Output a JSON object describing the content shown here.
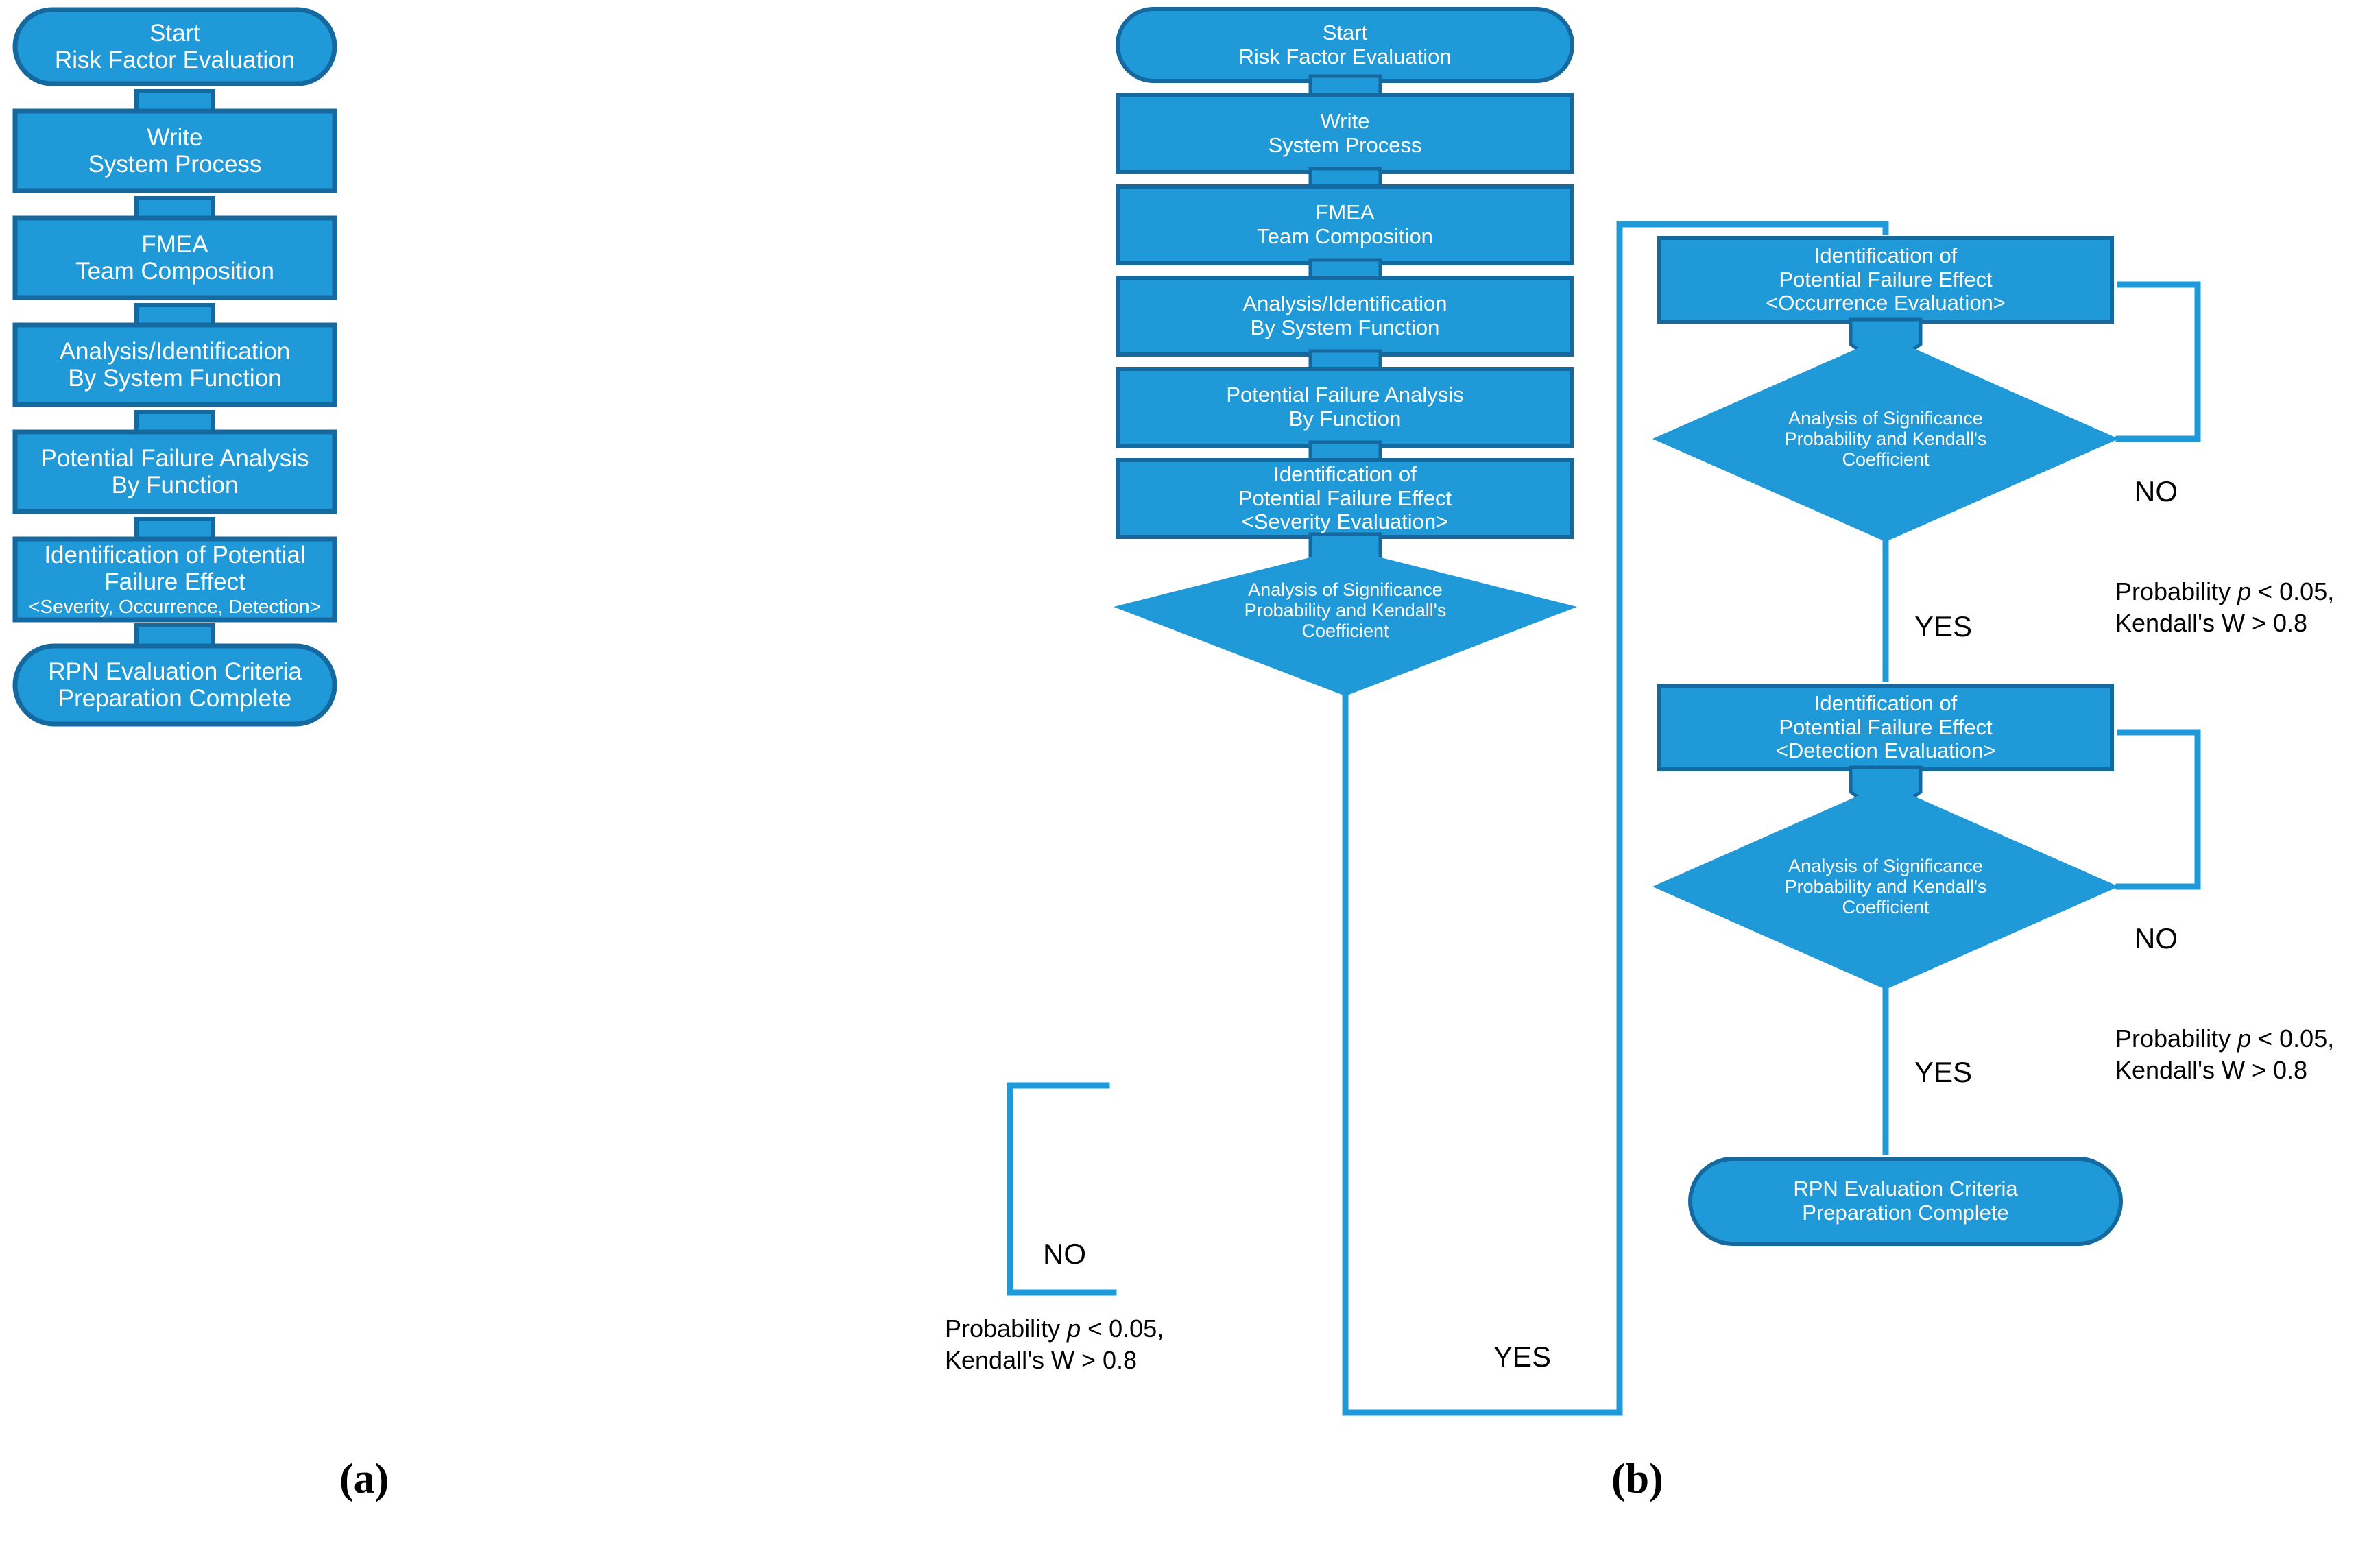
{
  "colors": {
    "fill": "#2099D9",
    "stroke": "#16699F",
    "connector": "#2099D9",
    "text_on_fill": "#FFFFFF",
    "text_black": "#000000",
    "background": "#FFFFFF"
  },
  "panels": [
    {
      "id": "a",
      "caption": "(a)",
      "nodes": [
        {
          "id": "a-start",
          "shape": "terminator",
          "lines": [
            "Start",
            "Risk Factor Evaluation"
          ]
        },
        {
          "id": "a-write",
          "shape": "process",
          "lines": [
            "Write",
            "System Process"
          ]
        },
        {
          "id": "a-fmea",
          "shape": "process",
          "lines": [
            "FMEA",
            "Team Composition"
          ]
        },
        {
          "id": "a-analysis",
          "shape": "process",
          "lines": [
            "Analysis/Identification",
            "By System Function"
          ]
        },
        {
          "id": "a-potential",
          "shape": "process",
          "lines": [
            "Potential Failure Analysis",
            "By Function"
          ]
        },
        {
          "id": "a-ident",
          "shape": "process",
          "lines": [
            "Identification of Potential",
            "Failure Effect",
            "<Severity, Occurrence, Detection>"
          ]
        },
        {
          "id": "a-rpn",
          "shape": "terminator",
          "lines": [
            "RPN Evaluation Criteria",
            "Preparation Complete"
          ]
        }
      ]
    },
    {
      "id": "b",
      "caption": "(b)",
      "nodes": [
        {
          "id": "b-start",
          "shape": "terminator",
          "lines": [
            "Start",
            "Risk Factor Evaluation"
          ]
        },
        {
          "id": "b-write",
          "shape": "process",
          "lines": [
            "Write",
            "System Process"
          ]
        },
        {
          "id": "b-fmea",
          "shape": "process",
          "lines": [
            "FMEA",
            "Team Composition"
          ]
        },
        {
          "id": "b-analysis",
          "shape": "process",
          "lines": [
            "Analysis/Identification",
            "By System Function"
          ]
        },
        {
          "id": "b-potential",
          "shape": "process",
          "lines": [
            "Potential Failure Analysis",
            "By Function"
          ]
        },
        {
          "id": "b-severity",
          "shape": "process",
          "lines": [
            "Identification of",
            "Potential Failure Effect",
            "<Severity Evaluation>"
          ]
        },
        {
          "id": "b-dec1",
          "shape": "decision",
          "lines": [
            "Analysis of Significance",
            "Probability and Kendall's",
            "Coefficient"
          ]
        },
        {
          "id": "b-occurrence",
          "shape": "process",
          "lines": [
            "Identification of",
            "Potential Failure Effect",
            "<Occurrence Evaluation>"
          ]
        },
        {
          "id": "b-dec2",
          "shape": "decision",
          "lines": [
            "Analysis of Significance",
            "Probability and Kendall's",
            "Coefficient"
          ]
        },
        {
          "id": "b-detection",
          "shape": "process",
          "lines": [
            "Identification of",
            "Potential Failure Effect",
            "<Detection Evaluation>"
          ]
        },
        {
          "id": "b-dec3",
          "shape": "decision",
          "lines": [
            "Analysis of Significance",
            "Probability and Kendall's",
            "Coefficient"
          ]
        },
        {
          "id": "b-rpn",
          "shape": "terminator",
          "lines": [
            "RPN Evaluation Criteria",
            "Preparation Complete"
          ]
        }
      ],
      "edge_labels": [
        {
          "id": "no-1",
          "text": "NO"
        },
        {
          "id": "yes-1",
          "text": "YES"
        },
        {
          "id": "no-2",
          "text": "NO"
        },
        {
          "id": "yes-2",
          "text": "YES"
        },
        {
          "id": "no-3",
          "text": "NO"
        },
        {
          "id": "yes-3",
          "text": "YES"
        }
      ],
      "criteria_notes": [
        {
          "id": "crit-1",
          "line1_pre": "Probability ",
          "line1_ital": "p",
          "line1_post": " < 0.05,",
          "line2": "Kendall's W > 0.8"
        },
        {
          "id": "crit-2",
          "line1_pre": "Probability ",
          "line1_ital": "p",
          "line1_post": " < 0.05,",
          "line2": "Kendall's W > 0.8"
        },
        {
          "id": "crit-3",
          "line1_pre": "Probability ",
          "line1_ital": "p",
          "line1_post": " < 0.05,",
          "line2": "Kendall's W > 0.8"
        }
      ]
    }
  ]
}
